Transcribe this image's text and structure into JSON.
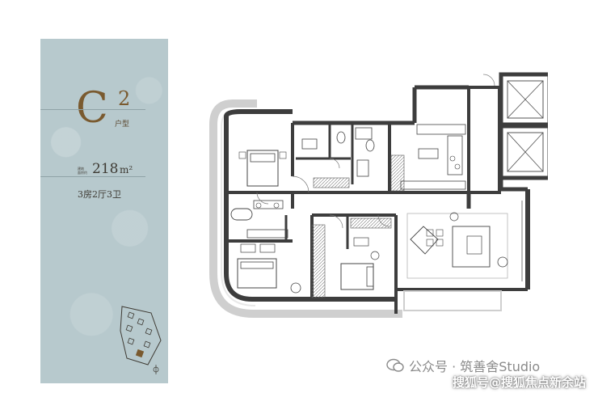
{
  "unit": {
    "letter": "C",
    "number": "2",
    "type_label": "户型",
    "area_label_line1": "建筑",
    "area_label_line2": "面积约",
    "area_value": "218",
    "area_unit": "m²",
    "rooms": "3房2厅3卫"
  },
  "watermark": {
    "platform": "公众号 · 筑善舍Studio",
    "source": "搜狐号@搜狐焦点新余站"
  },
  "colors": {
    "panel": "#b7c9cd",
    "accent": "#7a5a2f",
    "wall": "#3d3d3d"
  }
}
